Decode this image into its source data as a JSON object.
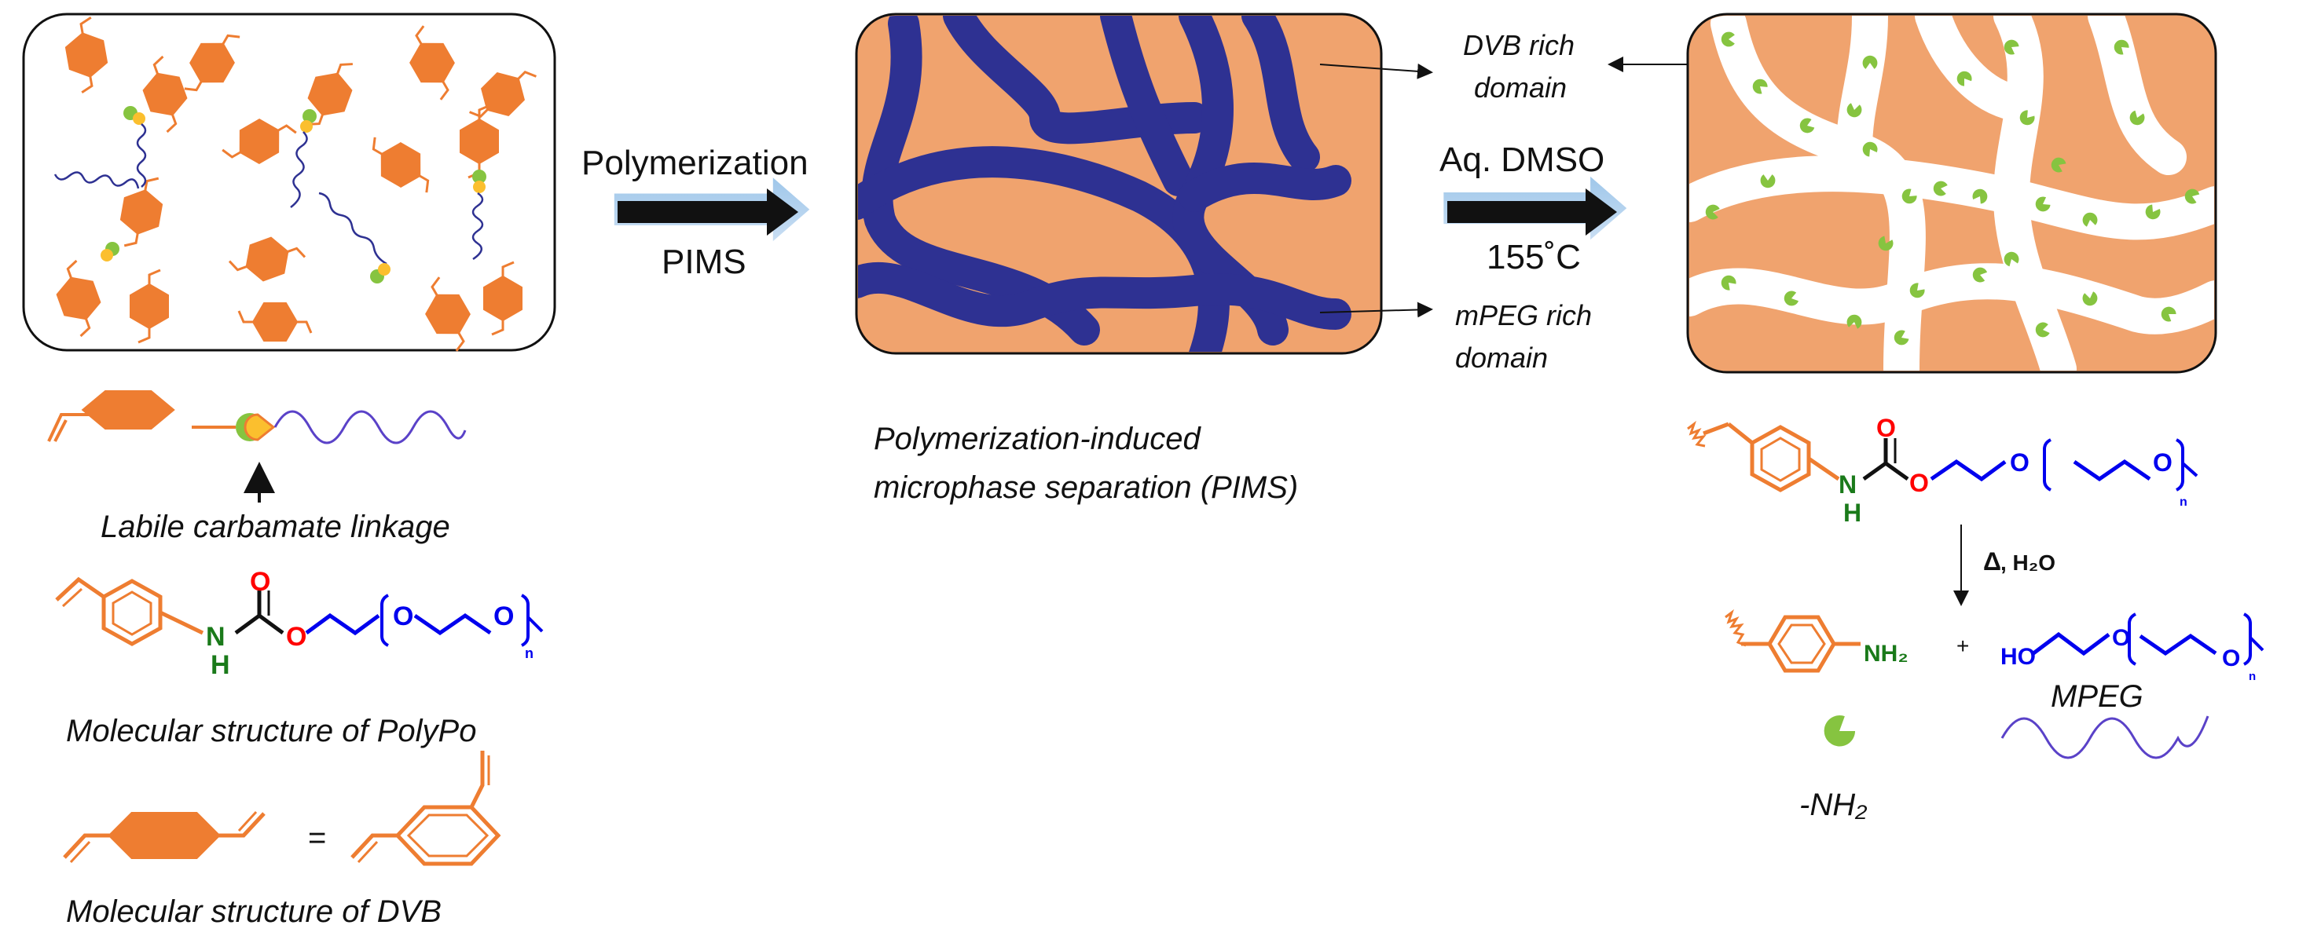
{
  "colors": {
    "orange": "#ee7d31",
    "domain_fill": "#f0a36e",
    "navy": "#2e3192",
    "blue_chain": "#4444ee",
    "green": "#86c440",
    "yellow": "#fbbf2e",
    "oxygen": "#ff0000",
    "nitrogen": "#1a7a1a",
    "peg": "#0000ee"
  },
  "icons": [
    "styrenic-monomer-icon",
    "pacman-amine-icon",
    "wavy-chain-icon",
    "arrow-icon"
  ],
  "labels": {
    "labile_linkage": "Labile carbamate linkage",
    "polypo_structure": "Molecular structure of PolyPo",
    "dvb_structure": "Molecular structure of DVB",
    "equals": "=",
    "step1_top": "Polymerization",
    "step1_bottom": "PIMS",
    "pims_line1": "Polymerization-induced",
    "pims_line2": "microphase separation (PIMS)",
    "step2_top": "Aq. DMSO",
    "step2_bottom": "155˚C",
    "dvb_domain_line1": "DVB rich",
    "dvb_domain_line2": "domain",
    "mpeg_domain_line1": "mPEG rich",
    "mpeg_domain_line2": "domain",
    "hydrolysis_delta": "Δ",
    "hydrolysis_water": ", H₂O",
    "plus": "+",
    "mpeg": "MPEG",
    "amine": "-NH₂"
  },
  "atoms": {
    "o": "O",
    "n": "N",
    "h": "H",
    "nh2": "NH₂",
    "ho": "HO",
    "sub_n": "n"
  }
}
